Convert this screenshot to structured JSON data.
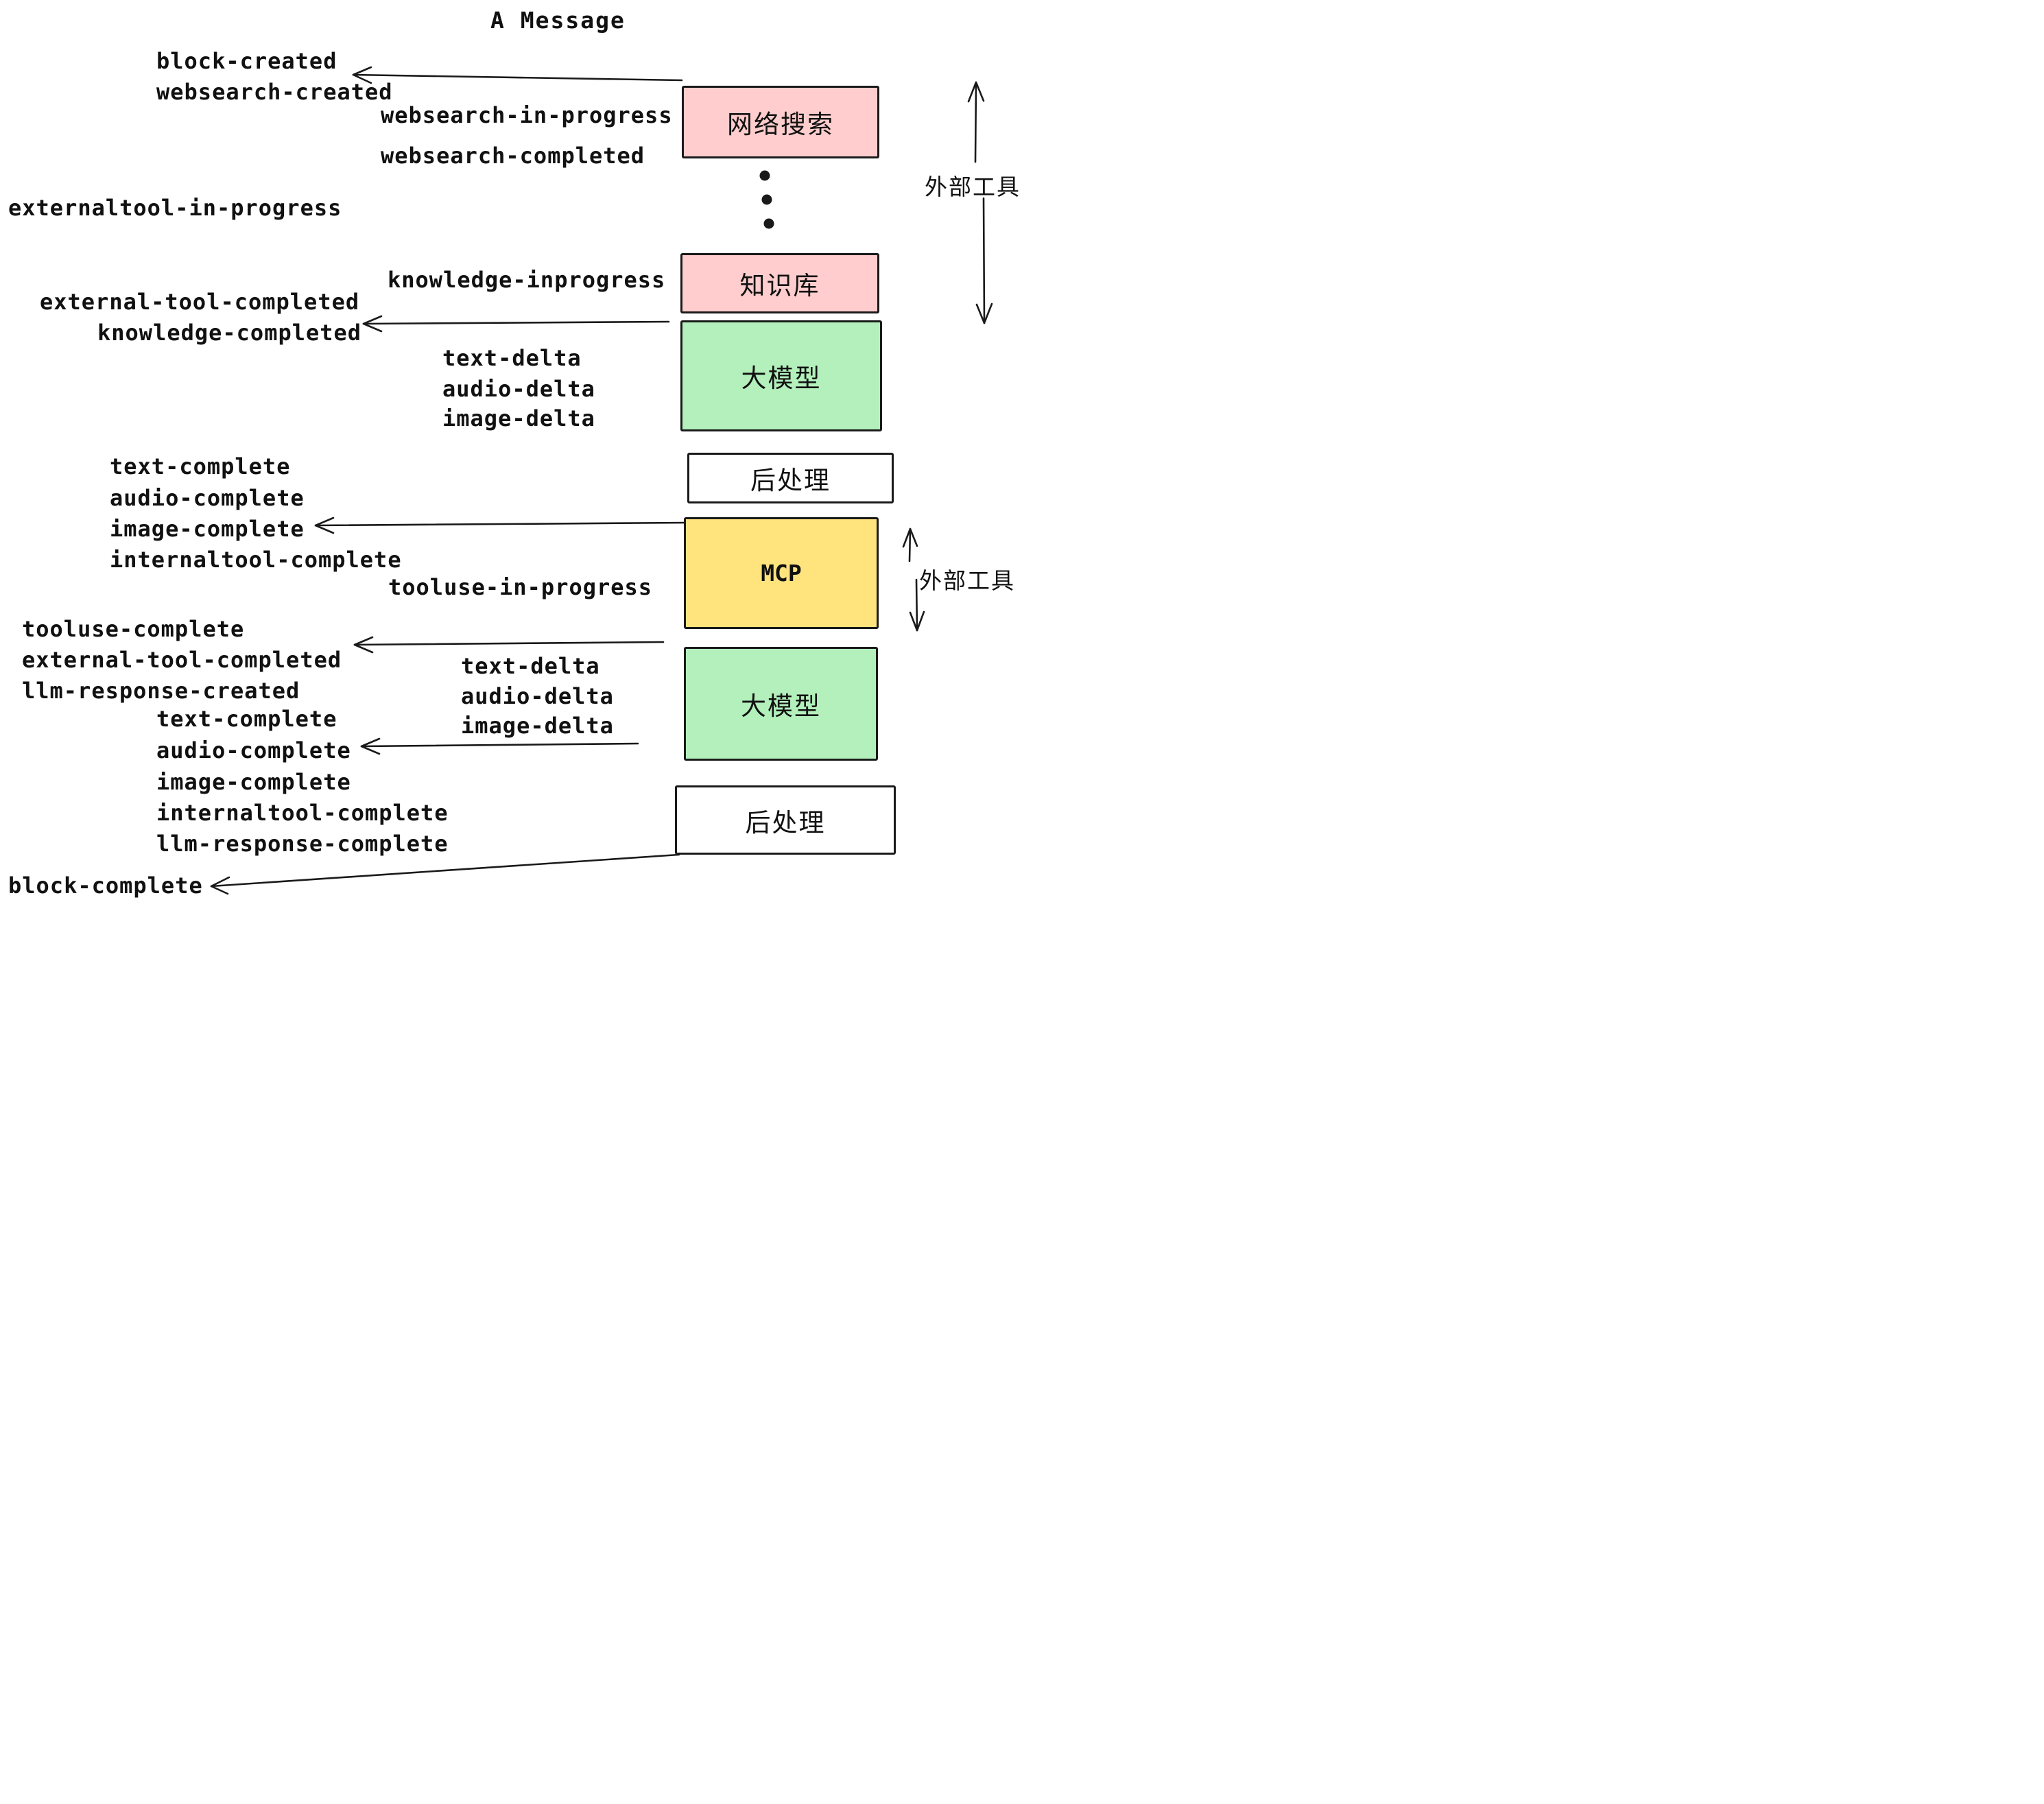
{
  "title": "A Message",
  "colors": {
    "box_pink": "#ffcdcd",
    "box_green": "#b3f0bc",
    "box_yellow": "#ffe47e",
    "box_white": "#ffffff",
    "border": "#1a1a1a",
    "text": "#111111"
  },
  "boxes": [
    {
      "id": "websearch",
      "label": "网络搜索",
      "color": "#ffcdcd"
    },
    {
      "id": "knowledge",
      "label": "知识库",
      "color": "#ffcdcd"
    },
    {
      "id": "llm-1",
      "label": "大模型",
      "color": "#b3f0bc"
    },
    {
      "id": "postprocess-1",
      "label": "后处理",
      "color": "#ffffff"
    },
    {
      "id": "mcp",
      "label": "MCP",
      "color": "#ffe47e"
    },
    {
      "id": "llm-2",
      "label": "大模型",
      "color": "#b3f0bc"
    },
    {
      "id": "postprocess-2",
      "label": "后处理",
      "color": "#ffffff"
    }
  ],
  "side_labels": [
    {
      "id": "external-tools-top",
      "label": "外部工具"
    },
    {
      "id": "external-tools-bottom",
      "label": "外部工具"
    }
  ],
  "events": [
    {
      "label": "block-created"
    },
    {
      "label": "websearch-created"
    },
    {
      "label": "websearch-in-progress"
    },
    {
      "label": "websearch-completed"
    },
    {
      "label": "externaltool-in-progress"
    },
    {
      "label": "knowledge-inprogress"
    },
    {
      "label": "external-tool-completed"
    },
    {
      "label": "knowledge-completed"
    },
    {
      "label": "text-delta"
    },
    {
      "label": "audio-delta"
    },
    {
      "label": "image-delta"
    },
    {
      "label": "text-complete"
    },
    {
      "label": "audio-complete"
    },
    {
      "label": "image-complete"
    },
    {
      "label": "internaltool-complete"
    },
    {
      "label": "tooluse-in-progress"
    },
    {
      "label": "tooluse-complete"
    },
    {
      "label": "external-tool-completed"
    },
    {
      "label": "llm-response-created"
    },
    {
      "label": "text-complete"
    },
    {
      "label": "text-delta"
    },
    {
      "label": "audio-delta"
    },
    {
      "label": "image-delta"
    },
    {
      "label": "audio-complete"
    },
    {
      "label": "image-complete"
    },
    {
      "label": "internaltool-complete"
    },
    {
      "label": "llm-response-complete"
    },
    {
      "label": "block-complete"
    }
  ]
}
